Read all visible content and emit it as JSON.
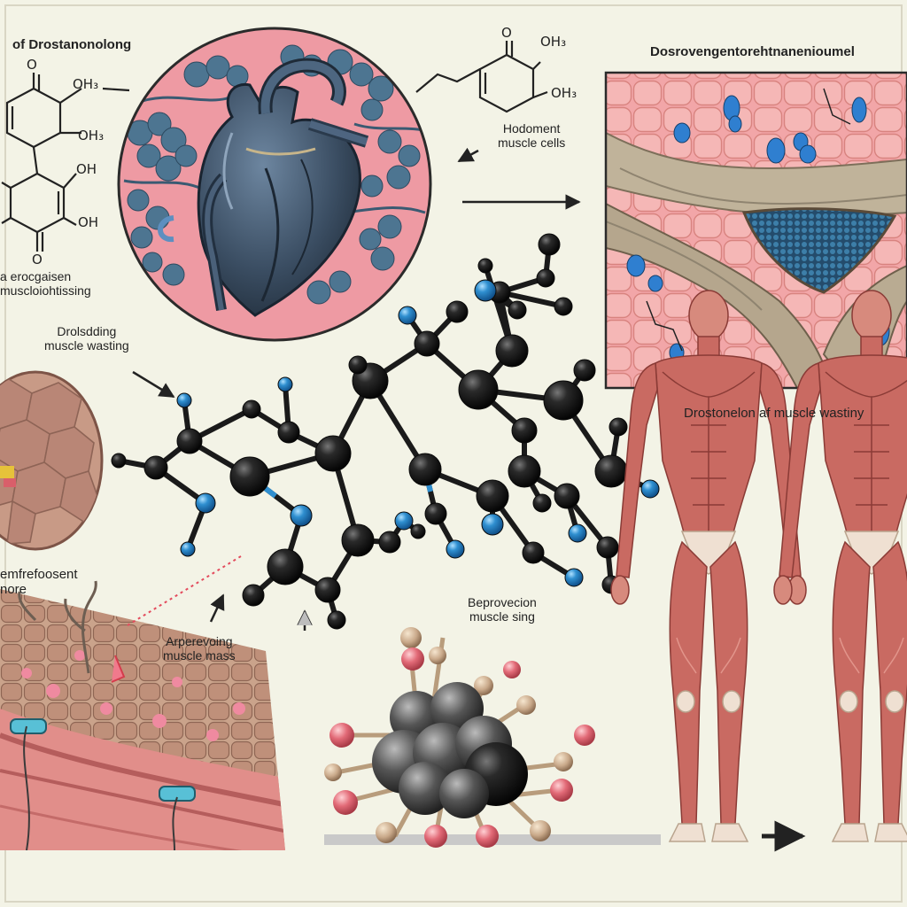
{
  "labels": {
    "title_left": "of Drostanonolong",
    "title_right": "Dosrovengentorehtnanenioumel",
    "muscle_cells": [
      "Hodoment",
      "muscle cells"
    ],
    "left_mid": [
      "a erocgaisen",
      "muscloiohtissing"
    ],
    "preventing": [
      "Drolsdding",
      "muscle wasting"
    ],
    "right_caption": "Drostonelon af muscle wastiny",
    "left_lower": [
      "emfrefoosent",
      "nore"
    ],
    "muscle_mass": [
      "Arperevoing",
      "muscle mass"
    ],
    "muscle_sing": [
      "Beprovecion",
      "muscle sing"
    ]
  },
  "chem": {
    "o_top": "O",
    "oh3_top": "OH₃",
    "oh3_right": "OH₃",
    "o_left": "O",
    "oh3_a": "OH₃",
    "oh3_b": "OH₃",
    "oh_a": "OH",
    "oh_b": "OH",
    "o_bottom": "O"
  },
  "colors": {
    "background": "#f3f3e6",
    "accent_pink": "#ef9aa3",
    "atom_dark": "#1a1a1a",
    "atom_blue": "#2f8fd0",
    "muscle_red": "#c96a62"
  }
}
